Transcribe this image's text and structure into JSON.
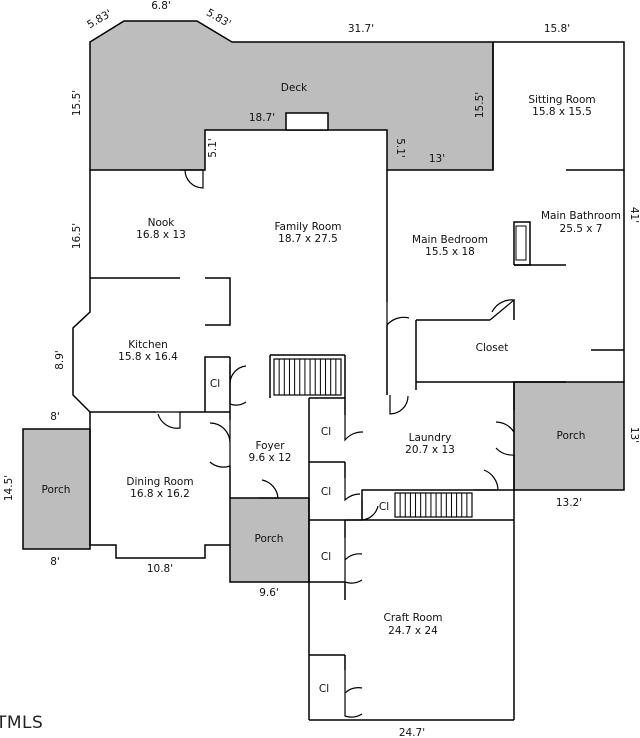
{
  "rooms": {
    "deck": {
      "name": "Deck"
    },
    "sitting": {
      "name": "Sitting Room",
      "size": "15.8 x 15.5"
    },
    "nook": {
      "name": "Nook",
      "size": "16.8 x 13"
    },
    "family": {
      "name": "Family Room",
      "size": "18.7 x 27.5"
    },
    "bedroom": {
      "name": "Main Bedroom",
      "size": "15.5 x 18"
    },
    "bathroom": {
      "name": "Main Bathroom",
      "size": "25.5 x 7"
    },
    "closet": {
      "name": "Closet"
    },
    "kitchen": {
      "name": "Kitchen",
      "size": "15.8 x 16.4"
    },
    "foyer": {
      "name": "Foyer",
      "size": "9.6 x 12"
    },
    "laundry": {
      "name": "Laundry",
      "size": "20.7 x 13"
    },
    "dining": {
      "name": "Dining Room",
      "size": "16.8 x 16.2"
    },
    "porch_left": {
      "name": "Porch"
    },
    "porch_center": {
      "name": "Porch"
    },
    "porch_right": {
      "name": "Porch"
    },
    "craft": {
      "name": "Craft Room",
      "size": "24.7 x 24"
    }
  },
  "closets": {
    "label": "Cl"
  },
  "dimensions": {
    "d583a": "5.83'",
    "d68": "6.8'",
    "d583b": "5.83'",
    "d317": "31.7'",
    "d158": "15.8'",
    "d155left": "15.5'",
    "d155sit": "15.5'",
    "d187": "18.7'",
    "d51a": "5.1'",
    "d51b": "5.1'",
    "d13deck": "13'",
    "d165": "16.5'",
    "d41": "41'",
    "d89": "8.9'",
    "d8top": "8'",
    "d145": "14.5'",
    "d8bot": "8'",
    "d108": "10.8'",
    "d96": "9.6'",
    "d13right": "13'",
    "d132": "13.2'",
    "d247": "24.7'"
  },
  "logo": {
    "text": "TMLS"
  }
}
